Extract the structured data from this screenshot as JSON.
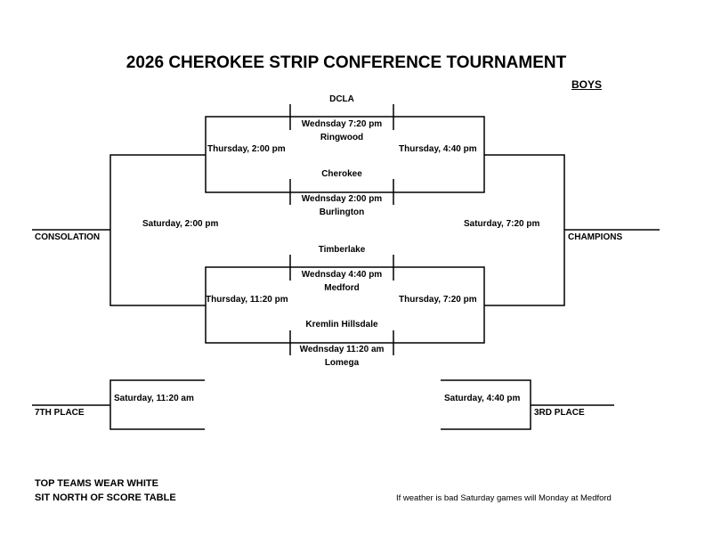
{
  "title": "2026 CHEROKEE STRIP CONFERENCE TOURNAMENT",
  "division": "BOYS",
  "first_round": [
    {
      "top_team": "DCLA",
      "time": "Wednsday 7:20 pm",
      "bottom_team": "Ringwood"
    },
    {
      "top_team": "Cherokee",
      "time": "Wednsday 2:00 pm",
      "bottom_team": "Burlington"
    },
    {
      "top_team": "Timberlake",
      "time": "Wednsday 4:40 pm",
      "bottom_team": "Medford"
    },
    {
      "top_team": "Kremlin Hillsdale",
      "time": "Wednsday 11:20 am",
      "bottom_team": "Lomega"
    }
  ],
  "consolation_bracket": {
    "semis": [
      "Thursday, 2:00 pm",
      "Thursday, 11:20 pm"
    ],
    "final": "Saturday, 2:00 pm",
    "label": "CONSOLATION"
  },
  "championship_bracket": {
    "semis": [
      "Thursday, 4:40 pm",
      "Thursday, 7:20 pm"
    ],
    "final": "Saturday, 7:20 pm",
    "label": "CHAMPIONS"
  },
  "placement_games": {
    "seventh": {
      "time": "Saturday, 11:20 am",
      "label": "7TH PLACE"
    },
    "third": {
      "time": "Saturday, 4:40 pm",
      "label": "3RD PLACE"
    }
  },
  "notes": {
    "line1": "TOP TEAMS WEAR WHITE",
    "line2": "SIT NORTH OF SCORE TABLE",
    "weather": "If weather is bad Saturday games will Monday at Medford"
  }
}
